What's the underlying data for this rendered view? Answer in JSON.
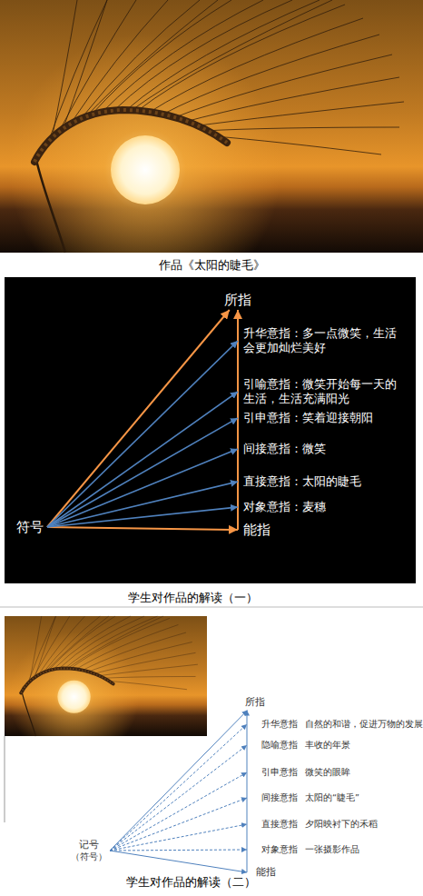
{
  "diagram": {
    "nodes": [
      {
        "text": [
          "所指"
        ]
      },
      {
        "text": [
          "升华意指：多一点微笑，生活会更加灿烂美好"
        ]
      },
      {
        "text": [
          "引喻意指：微笑开始每一天的生活，生活充满阳光"
        ]
      },
      {
        "text": [
          "引申意指：笑着迎接朝阳"
        ]
      },
      {
        "text": [
          "间接意指：微笑"
        ]
      },
      {
        "text": [
          "直接意指：太阳的睫毛"
        ]
      },
      {
        "text": [
          "对象意指：麦穗"
        ]
      },
      {
        "text": [
          "符号"
        ]
      },
      {
        "text": [
          "能指"
        ]
      },
      {
        "text": [
          "所指"
        ]
      },
      {
        "text": [
          "升华意指",
          "自然的和谐，促进万物的发展"
        ]
      },
      {
        "text": [
          "隐喻意指",
          "丰收的年景"
        ]
      },
      {
        "text": [
          "引申意指",
          "微笑的眼眸"
        ]
      },
      {
        "text": [
          "间接意指",
          "太阳的“睫毛”"
        ]
      },
      {
        "text": [
          "直接意指",
          "夕阳映衬下的禾稻"
        ]
      },
      {
        "text": [
          "对象意指",
          "一张摄影作品"
        ]
      },
      {
        "text": [
          "记号",
          "（符号）"
        ]
      },
      {
        "text": [
          "能指"
        ]
      }
    ],
    "edges": [
      {
        "from": 7,
        "to": 0,
        "arrow": "to"
      },
      {
        "from": 7,
        "to": 8,
        "arrow": "to"
      },
      {
        "from": 8,
        "to": 0,
        "arrow": "to"
      },
      {
        "from": 7,
        "to": 1,
        "arrow": "to"
      },
      {
        "from": 7,
        "to": 2,
        "arrow": "to"
      },
      {
        "from": 7,
        "to": 3,
        "arrow": "to"
      },
      {
        "from": 7,
        "to": 4,
        "arrow": "to"
      },
      {
        "from": 7,
        "to": 5,
        "arrow": "to"
      },
      {
        "from": 7,
        "to": 6,
        "arrow": "to"
      },
      {
        "from": 16,
        "to": 9,
        "arrow": "to"
      },
      {
        "from": 16,
        "to": 17,
        "arrow": "to"
      },
      {
        "from": 17,
        "to": 9,
        "arrow": "to"
      },
      {
        "from": 16,
        "to": 10,
        "arrow": "to"
      },
      {
        "from": 16,
        "to": 11,
        "arrow": "to"
      },
      {
        "from": 16,
        "to": 12,
        "arrow": "to"
      },
      {
        "from": 16,
        "to": 13,
        "arrow": "to"
      },
      {
        "from": 16,
        "to": 14,
        "arrow": "to"
      },
      {
        "from": 16,
        "to": 15,
        "arrow": "to"
      }
    ],
    "labels": [
      "作品《太阳的睫毛》",
      "学生对作品的解读（一）",
      "学生对作品的解读（二）"
    ]
  }
}
